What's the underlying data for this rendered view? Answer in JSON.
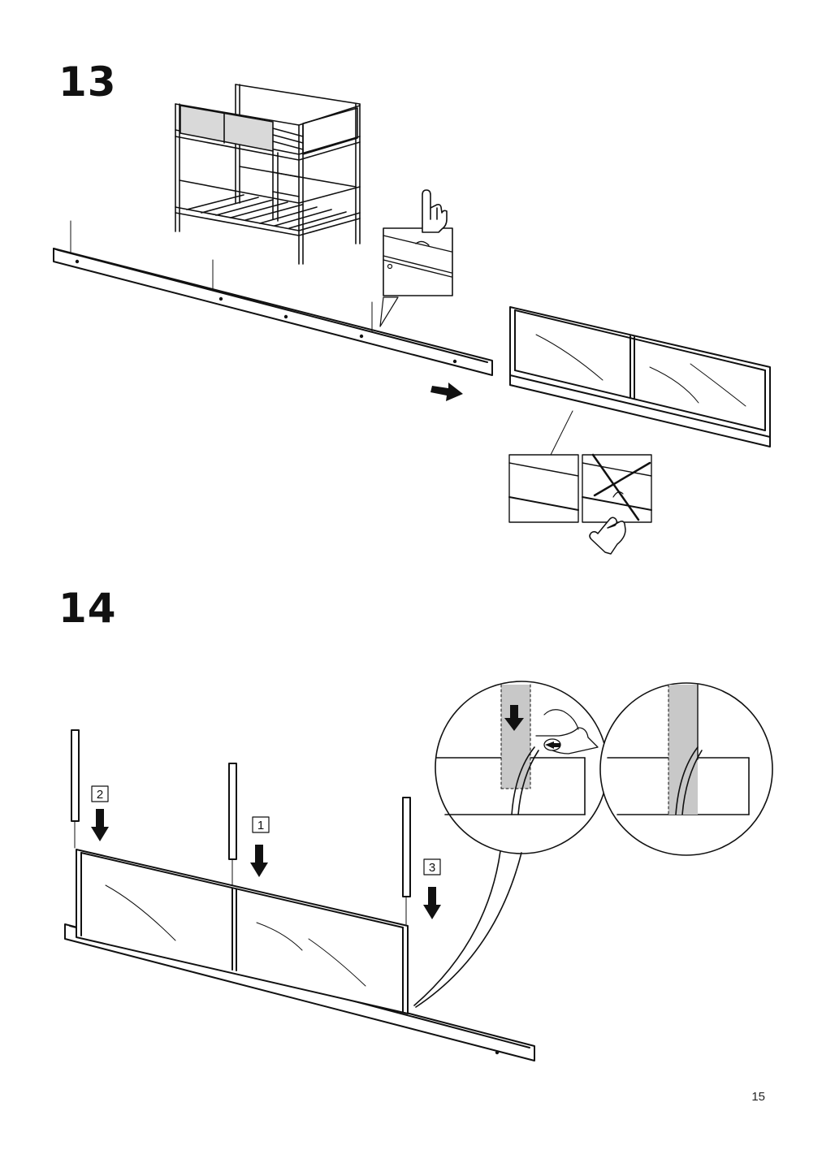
{
  "steps": [
    {
      "number": "13"
    },
    {
      "number": "14"
    }
  ],
  "step14": {
    "post_order_labels": [
      "2",
      "1",
      "3"
    ]
  },
  "page": {
    "number": "15"
  },
  "colors": {
    "line": "#111111",
    "panel_fill": "#d9d9d9",
    "shaded_fill": "#c8c8c8",
    "background": "#ffffff"
  },
  "icons": [
    "bunk-bed-illustration",
    "rail-icon",
    "pointing-hand-icon",
    "arrow-right-icon",
    "guard-panel-icon",
    "cross-out-icon",
    "arrow-down-icon",
    "magnifier-circle-icon"
  ]
}
